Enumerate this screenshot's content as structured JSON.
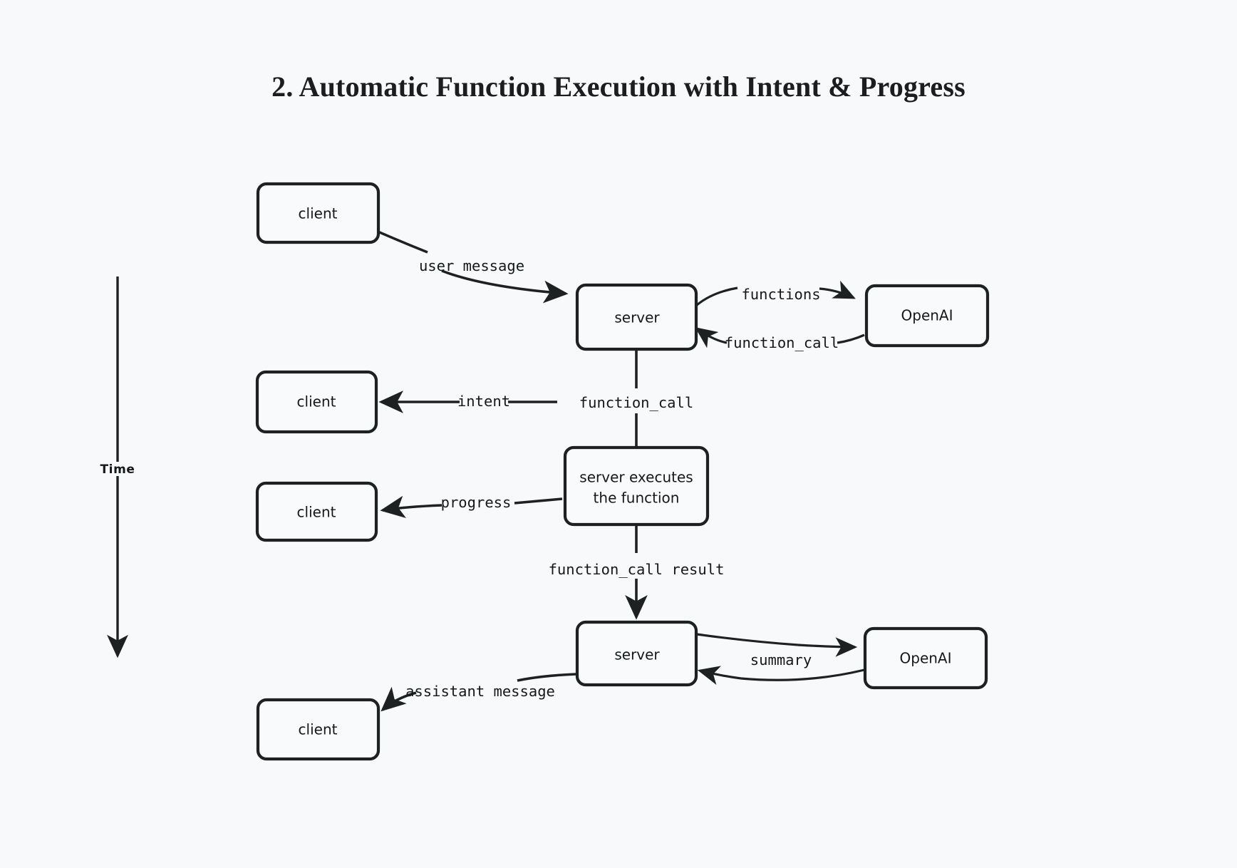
{
  "page": {
    "title": "2. Automatic Function Execution with Intent & Progress",
    "background_color": "#f7f9fa",
    "ink_color": "#1e2122"
  },
  "axis": {
    "label": "Time",
    "direction": "downward-arrow"
  },
  "nodes": [
    {
      "id": "client_top",
      "label": "client"
    },
    {
      "id": "server_top",
      "label": "server"
    },
    {
      "id": "openai_top",
      "label": "OpenAI"
    },
    {
      "id": "client_intent",
      "label": "client"
    },
    {
      "id": "server_executes",
      "label": "server executes",
      "label2": "the function"
    },
    {
      "id": "client_progress",
      "label": "client"
    },
    {
      "id": "server_bottom",
      "label": "server"
    },
    {
      "id": "openai_bottom",
      "label": "OpenAI"
    },
    {
      "id": "client_bottom",
      "label": "client"
    }
  ],
  "edges": [
    {
      "id": "e1",
      "from": "client_top",
      "to": "server_top",
      "label": "user message"
    },
    {
      "id": "e2",
      "from": "server_top",
      "to": "openai_top",
      "label": "functions"
    },
    {
      "id": "e3",
      "from": "openai_top",
      "to": "server_top",
      "label": "function_call"
    },
    {
      "id": "e4",
      "from": "server_top",
      "to": "server_executes",
      "label": "function_call"
    },
    {
      "id": "e5",
      "from": "server_top",
      "to": "client_intent",
      "label": "intent"
    },
    {
      "id": "e6",
      "from": "server_executes",
      "to": "client_progress",
      "label": "progress"
    },
    {
      "id": "e7",
      "from": "server_executes",
      "to": "server_bottom",
      "label": "function_call result"
    },
    {
      "id": "e8",
      "from": "server_bottom",
      "to": "openai_bottom",
      "label": "summary"
    },
    {
      "id": "e9",
      "from": "openai_bottom",
      "to": "server_bottom",
      "label": ""
    },
    {
      "id": "e10",
      "from": "server_bottom",
      "to": "client_bottom",
      "label": "assistant message"
    }
  ]
}
